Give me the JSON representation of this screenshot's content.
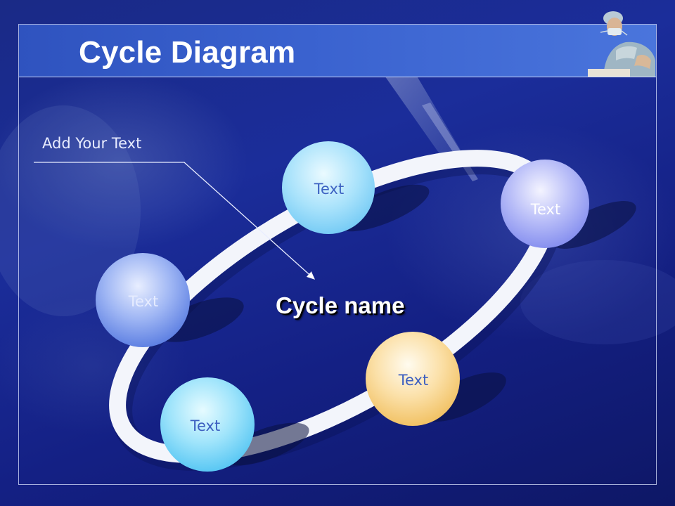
{
  "slide": {
    "title": "Cycle Diagram",
    "callout": "Add Your Text",
    "center_label": "Cycle name"
  },
  "nodes": [
    {
      "label": "Text",
      "color": "#6fc8f4"
    },
    {
      "label": "Text",
      "color": "#8a92f2"
    },
    {
      "label": "Text",
      "color": "#5e86e6"
    },
    {
      "label": "Text",
      "color": "#f3c56a"
    },
    {
      "label": "Text",
      "color": "#59c9f4"
    }
  ],
  "colors": {
    "background": "#1b2d9a",
    "title_bar": "#3a62cf",
    "ring": "#f3f5fb"
  }
}
